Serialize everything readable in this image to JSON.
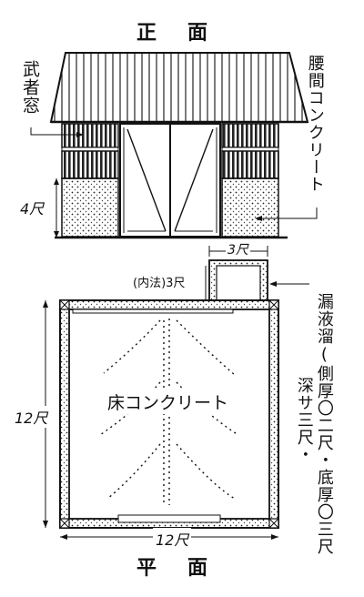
{
  "elevation": {
    "title": "正　面",
    "window_label": "武者窓",
    "wainscot_label": "腰間コンクリート",
    "height_dim": "4尺"
  },
  "plan": {
    "title": "平　面",
    "width_dim": "12尺",
    "depth_dim": "12尺",
    "floor_label": "床コンクリート",
    "pit_width_dim": "3尺",
    "pit_inner_dim": "(内法)3尺",
    "pit_label_1": "漏液溜(側厚〇二尺・底厚〇三尺",
    "pit_label_2": "深サ三尺・"
  }
}
